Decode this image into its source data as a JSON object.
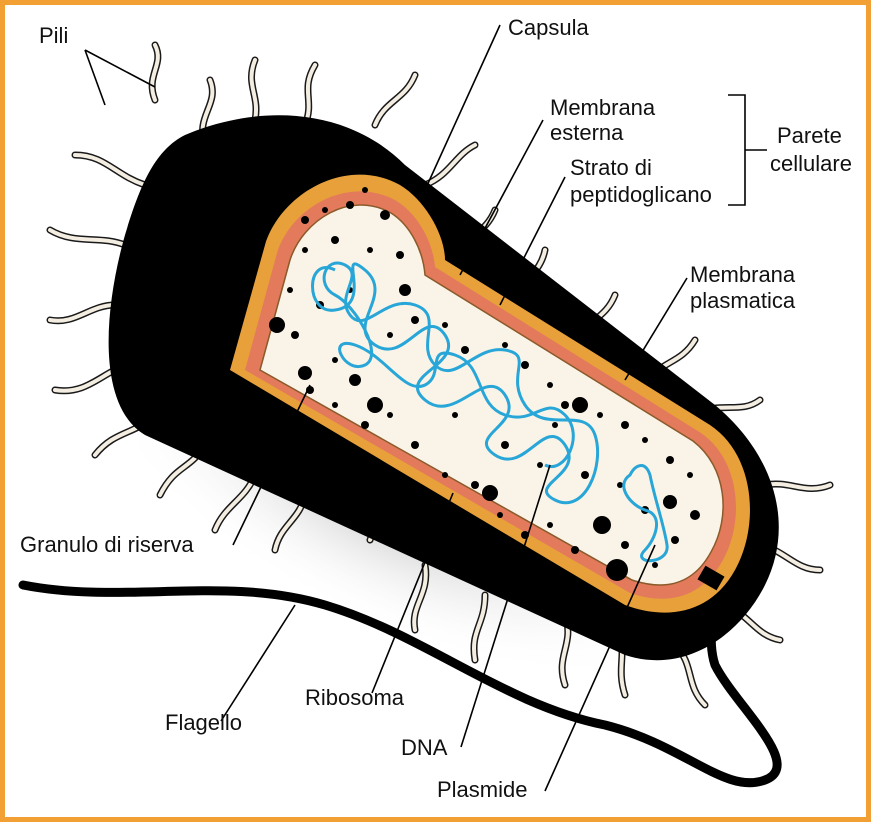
{
  "colors": {
    "frame": "#f2a033",
    "capsule": "#000000",
    "outer_membrane": "#e8a13a",
    "peptidoglycan": "#e37a5c",
    "cytoplasm": "#faf4e8",
    "dna": "#29a6d8",
    "pili": "#f4eee2",
    "text": "#111111"
  },
  "labels": {
    "pili": "Pili",
    "capsula": "Capsula",
    "membrana_esterna_1": "Membrana",
    "membrana_esterna_2": "esterna",
    "strato_1": "Strato di",
    "strato_2": "peptidoglicano",
    "parete_1": "Parete",
    "parete_2": "cellulare",
    "membrana_plasmatica_1": "Membrana",
    "membrana_plasmatica_2": "plasmatica",
    "granulo": "Granulo di riserva",
    "flagello": "Flagello",
    "ribosoma": "Ribosoma",
    "dna": "DNA",
    "plasmide": "Plasmide"
  }
}
